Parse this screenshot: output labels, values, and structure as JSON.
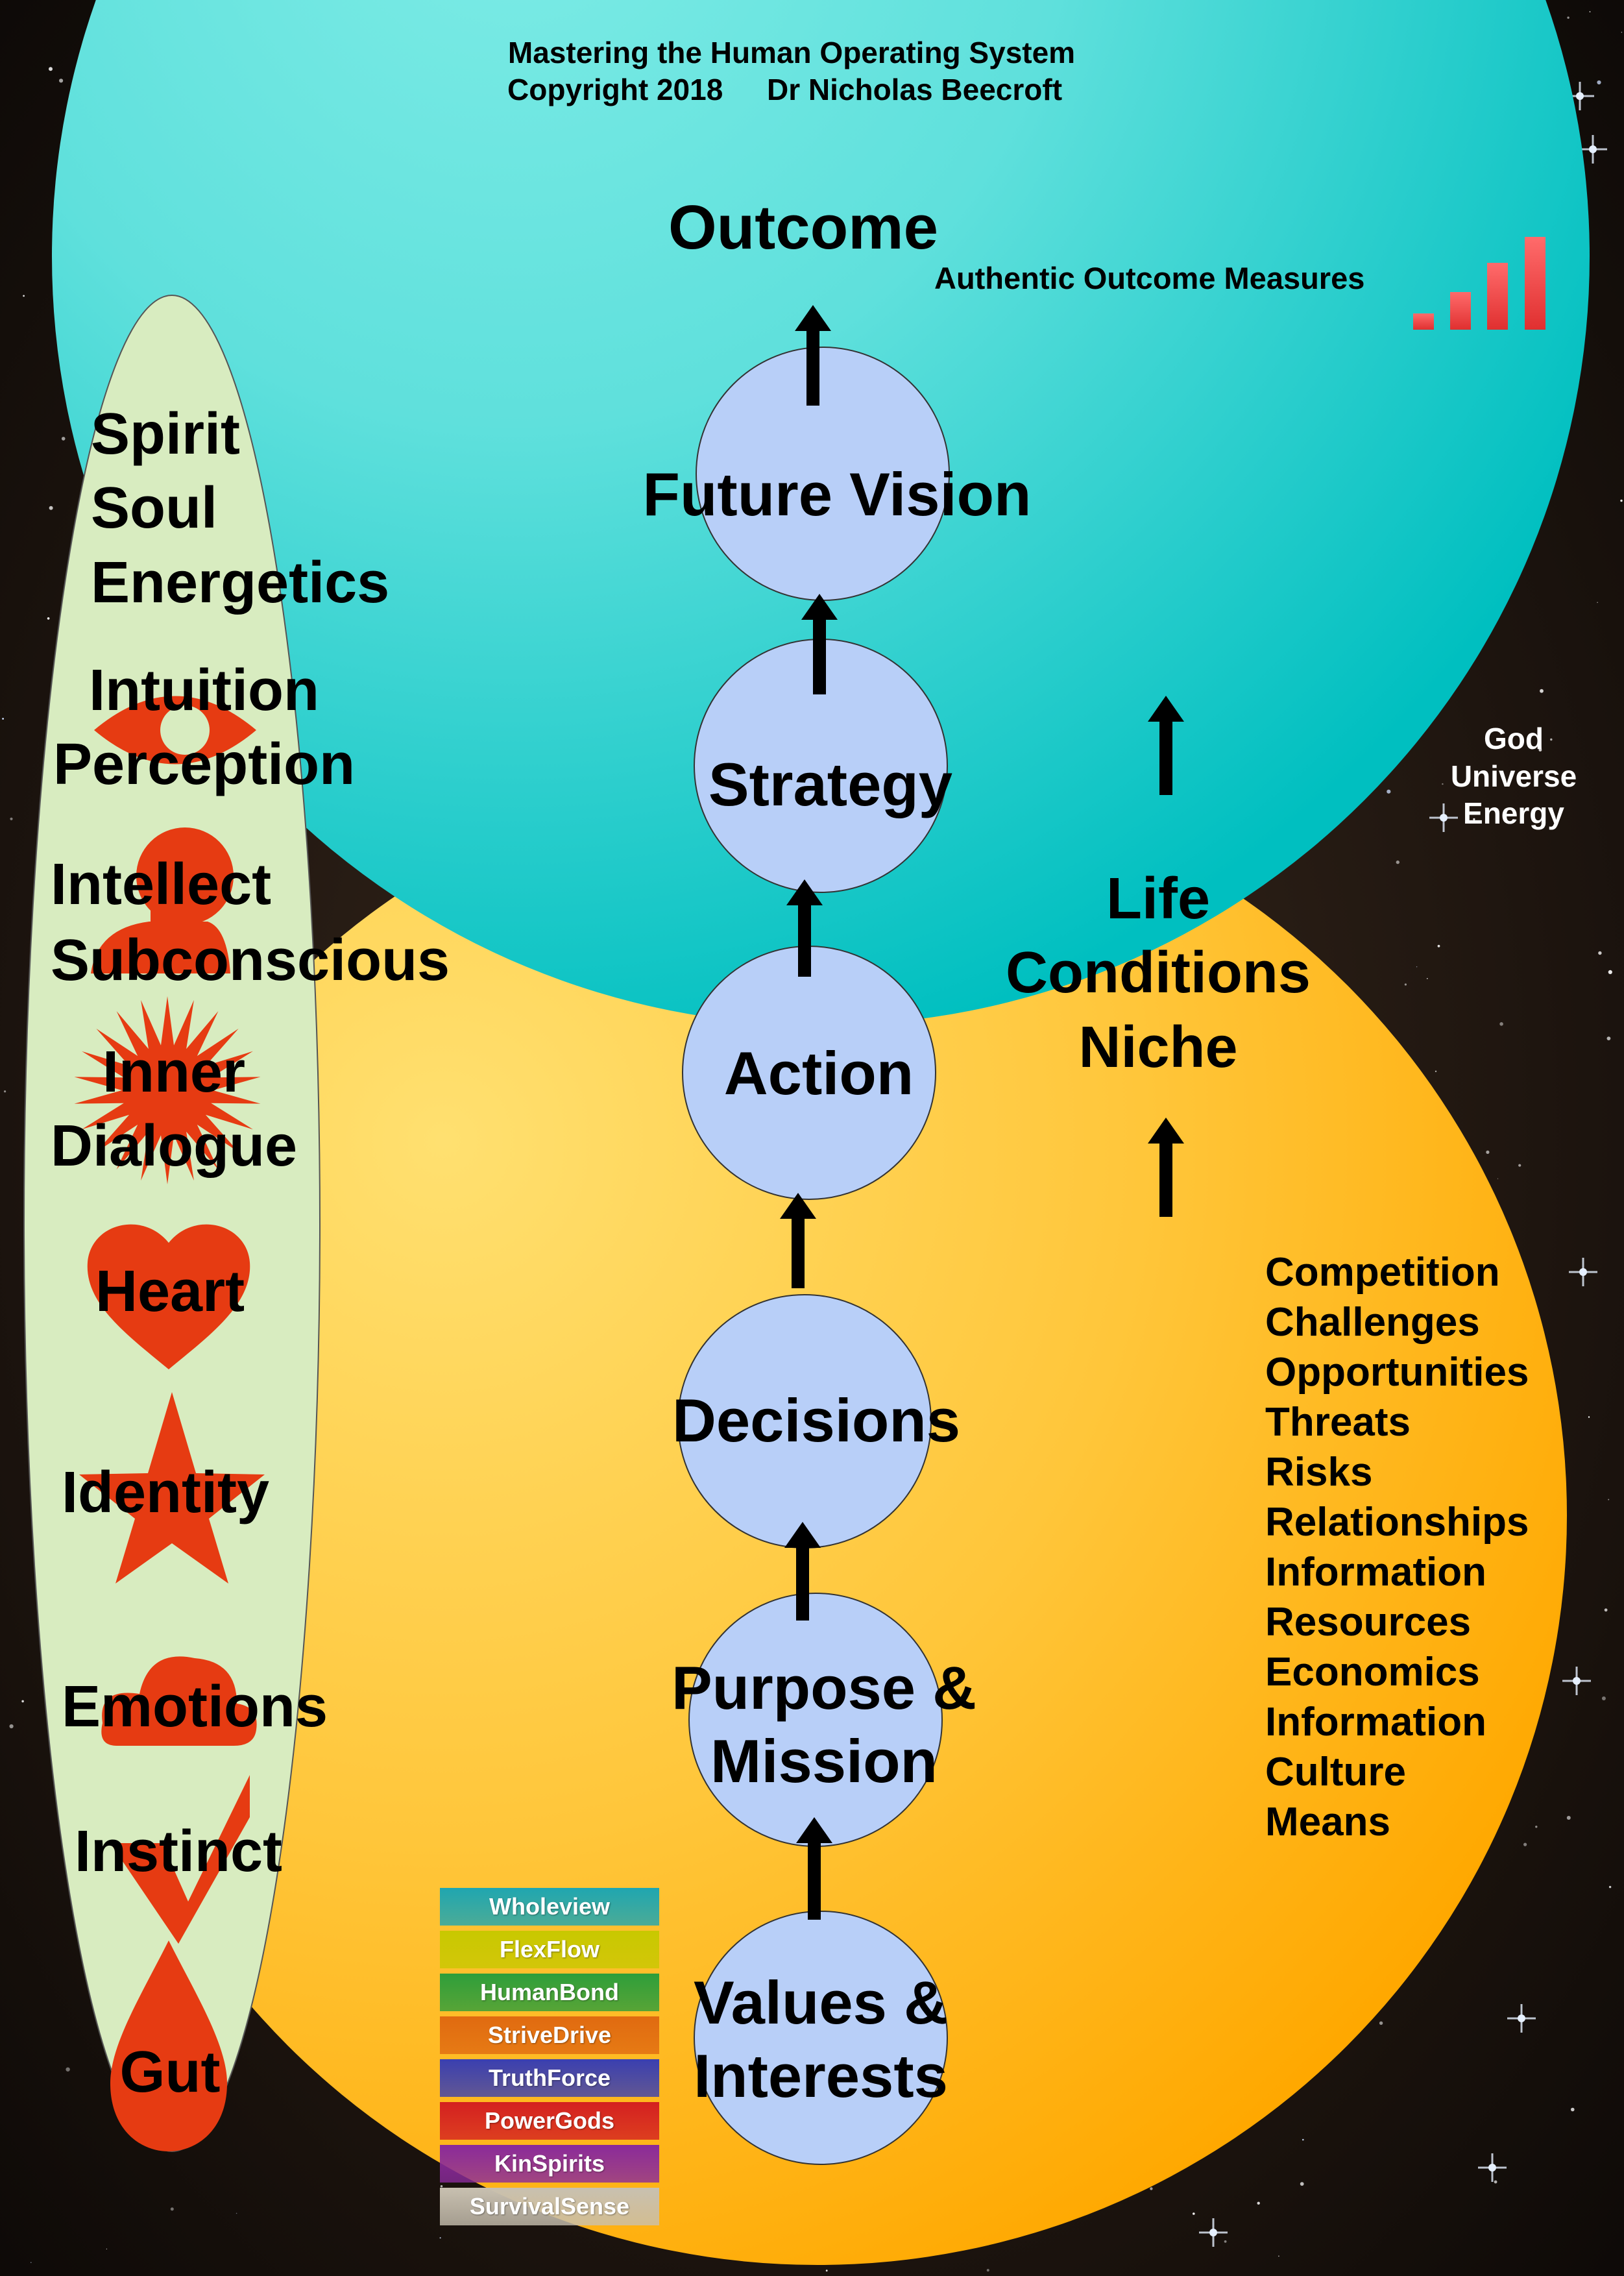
{
  "header": {
    "title": "Mastering the Human Operating System",
    "copyright": "Copyright 2018",
    "author": "Dr Nicholas Beecroft"
  },
  "outcome": {
    "label": "Outcome",
    "measures_label": "Authentic Outcome Measures"
  },
  "steps": [
    "Future Vision",
    "Strategy",
    "Action",
    "Decisions",
    "Purpose &\nMission",
    "Values &\nInterests"
  ],
  "left_column": {
    "spirit": "Spirit\nSoul\nEnergetics",
    "intuition": "Intuition\nPerception",
    "intellect": "Intellect\nSubconscious",
    "dialogue": "Inner\nDialogue",
    "heart": "Heart",
    "identity": "Identity",
    "emotions": "Emotions",
    "instinct": "Instinct",
    "gut": "Gut"
  },
  "left_icons": [
    "eye-icon",
    "head-silhouette-icon",
    "starburst-icon",
    "heart-icon",
    "star-icon",
    "cloud-icon",
    "checkmark-icon",
    "drop-icon"
  ],
  "right": {
    "god": "God\nUniverse\nEnergy",
    "life_conditions": "Life\nConditions\nNiche",
    "factors": [
      "Competition",
      "Challenges",
      "Opportunities",
      "Threats",
      "Risks",
      "Relationships",
      "Information",
      "Resources",
      "Economics",
      "Information",
      "Culture",
      "Means"
    ]
  },
  "legend": [
    {
      "label": "Wholeview",
      "color": "#1fa6b0"
    },
    {
      "label": "FlexFlow",
      "color": "#c8c800"
    },
    {
      "label": "HumanBond",
      "color": "#2e9e3a"
    },
    {
      "label": "StriveDrive",
      "color": "#e06a10"
    },
    {
      "label": "TruthForce",
      "color": "#3a3fb0"
    },
    {
      "label": "PowerGods",
      "color": "#d42020"
    },
    {
      "label": "KinSpirits",
      "color": "#8a2a9a"
    },
    {
      "label": "SurvivalSense",
      "color": "#c8c0b0"
    }
  ],
  "colors": {
    "teal_circle": "#20c8c8",
    "orange_circle": "#ffb800",
    "green_ellipse": "#d8ecc0",
    "step_circle": "#b8cff8",
    "icon_red": "#e63b12",
    "bar_red": "#f04a4a"
  }
}
